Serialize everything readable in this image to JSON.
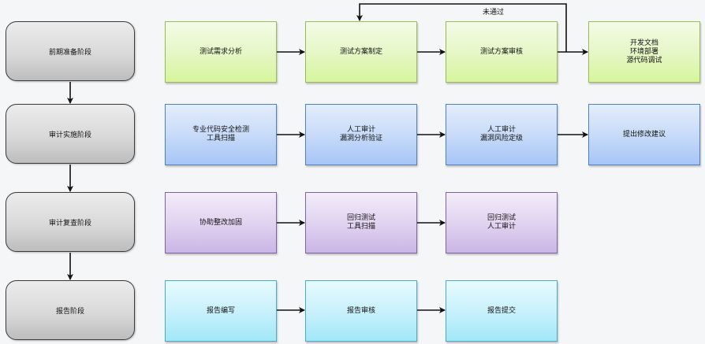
{
  "stages": [
    {
      "label": "前期准备阶段"
    },
    {
      "label": "审计实施阶段"
    },
    {
      "label": "审计复查阶段"
    },
    {
      "label": "报告阶段"
    }
  ],
  "rows": [
    {
      "color": "green",
      "steps": [
        {
          "label": "测试需求分析"
        },
        {
          "label": "测试方案制定"
        },
        {
          "label": "测试方案审核"
        },
        {
          "label": "开发文档\n环境部署\n源代码调试"
        }
      ]
    },
    {
      "color": "blue",
      "steps": [
        {
          "label": "专业代码安全检测\n工具扫描"
        },
        {
          "label": "人工审计\n漏洞分析验证"
        },
        {
          "label": "人工审计\n漏洞风险定级"
        },
        {
          "label": "提出修改建议"
        }
      ]
    },
    {
      "color": "purple",
      "steps": [
        {
          "label": "协助整改加固"
        },
        {
          "label": "回归测试\n工具扫描"
        },
        {
          "label": "回归测试\n人工审计"
        }
      ]
    },
    {
      "color": "cyan",
      "steps": [
        {
          "label": "报告编写"
        },
        {
          "label": "报告审核"
        },
        {
          "label": "报告提交"
        }
      ]
    }
  ],
  "feedback_loop": {
    "label": "未通过",
    "from": "测试方案审核",
    "to": "测试方案制定"
  },
  "colors": {
    "green_border": "#9bbb59",
    "blue_border": "#4f81bd",
    "purple_border": "#8064a2",
    "cyan_border": "#4bacc6",
    "stage_border": "#3a3a3a"
  }
}
